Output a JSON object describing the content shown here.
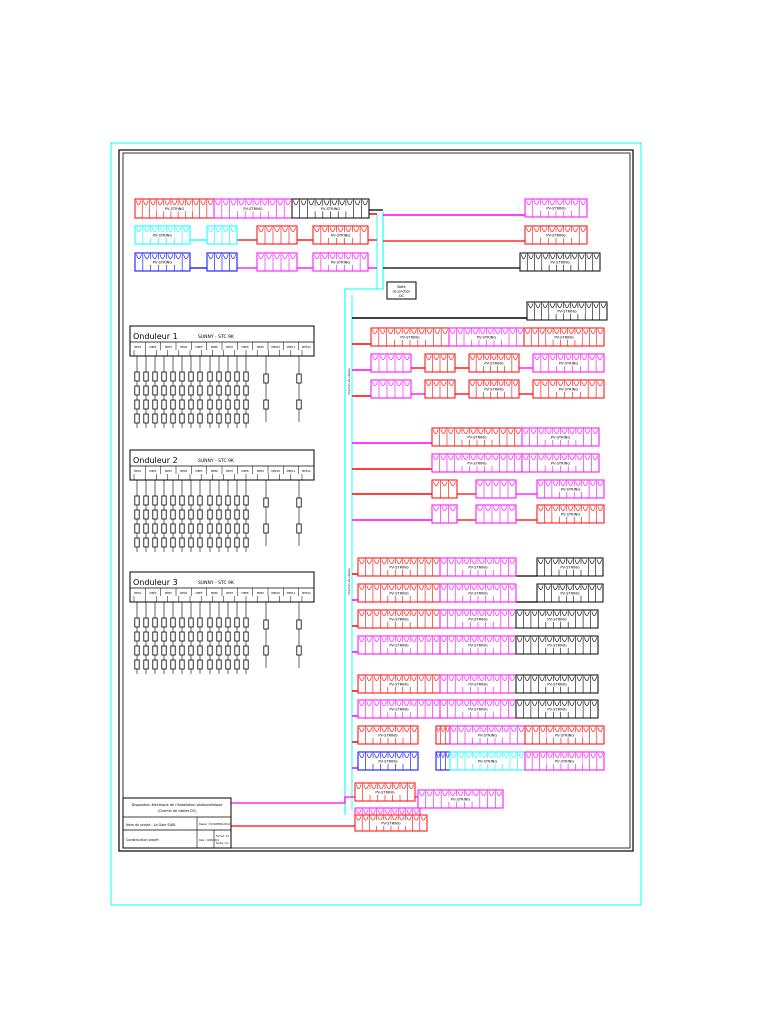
{
  "drawing": {
    "colors": {
      "red": "#ff0000",
      "magenta": "#ff00ff",
      "black": "#000000",
      "cyan": "#00ffff",
      "blue": "#0000ff",
      "sheet_border": "#00ffff"
    },
    "string_label": "PV-STRING",
    "junction_box": {
      "line1": "Boîte",
      "line2": "de jonction",
      "line3": "DC"
    },
    "inverters": [
      {
        "name": "Onduleur 1",
        "model": "SUNNY - STC 9K",
        "inputs": [
          "MPP1",
          "MPP2",
          "MPP3",
          "MPP4",
          "MPP5",
          "MPP6",
          "MPP7",
          "MPP8",
          "MPP9",
          "MPP10",
          "MPP11",
          "MPP12"
        ]
      },
      {
        "name": "Onduleur 2",
        "model": "SUNNY - STC 9K",
        "inputs": [
          "MPP1",
          "MPP2",
          "MPP3",
          "MPP4",
          "MPP5",
          "MPP6",
          "MPP7",
          "MPP8",
          "MPP9",
          "MPP10",
          "MPP11",
          "MPP12"
        ]
      },
      {
        "name": "Onduleur 3",
        "model": "SUNNY - STC 9K",
        "inputs": [
          "MPP1",
          "MPP2",
          "MPP3",
          "MPP4",
          "MPP5",
          "MPP6",
          "MPP7",
          "MPP8",
          "MPP9",
          "MPP10",
          "MPP11",
          "MPP12"
        ]
      }
    ],
    "cable_channel_label": "Chemin de câbles",
    "title_block": {
      "title_line1": "Disposition électrique de l'installation photovoltaïque",
      "title_line2": "(Chemin de câbles DC)",
      "project_label": "Nom du projet : La Gaie SARL",
      "status_label": "Construction projet",
      "drawing_no": "Dessin : PV-SCHEMA-DC-01",
      "date": "Date : 12/05/2012",
      "scale": "Format : A3",
      "sheet": "Feuille : 1/1"
    }
  }
}
